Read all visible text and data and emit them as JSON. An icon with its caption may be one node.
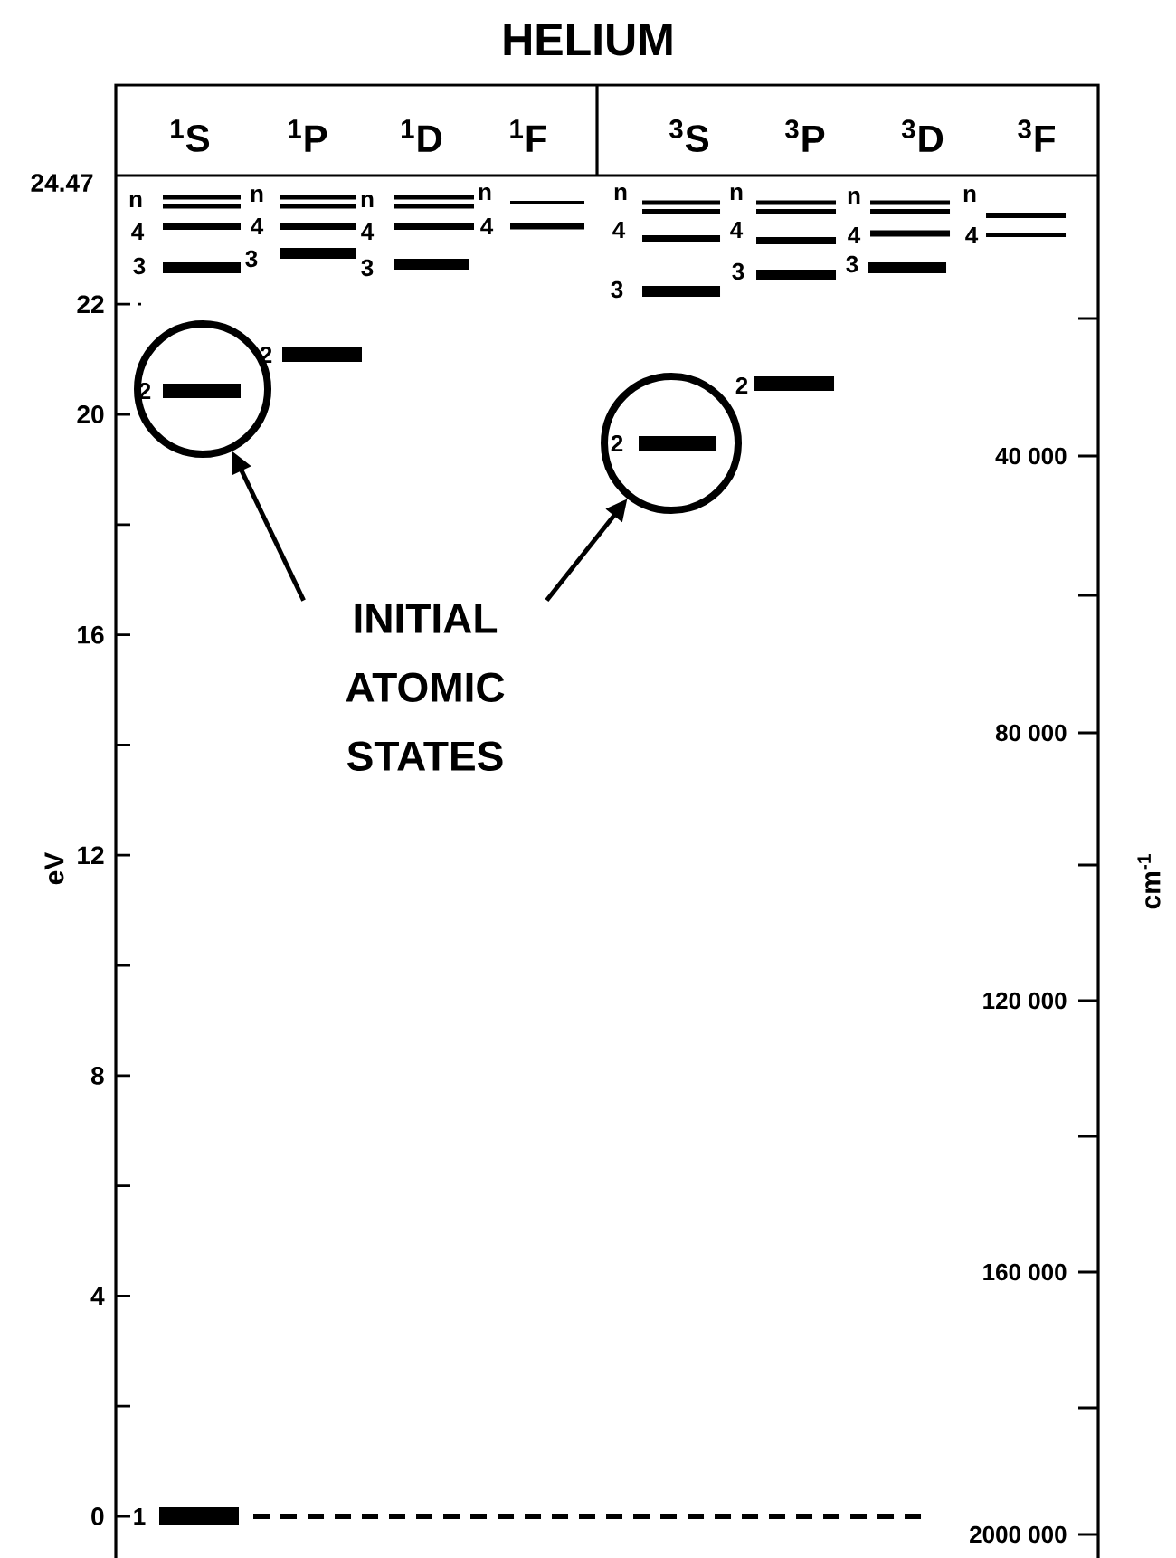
{
  "diagram": {
    "title": "HELIUM",
    "nodes": [
      {
        "text": [],
        "shape": "circle"
      },
      {
        "text": [],
        "shape": "circle"
      },
      {
        "text": [
          "INITIAL ATOMIC STATES"
        ]
      }
    ],
    "edges": [
      {
        "from": 2,
        "to": 0,
        "arrow": "to"
      },
      {
        "from": 2,
        "to": 1,
        "arrow": "to"
      }
    ],
    "labels": [
      "$^{1}$S",
      "$^{1}$P",
      "$^{1}$D",
      "$^{1}$F",
      "$^{3}$S",
      "$^{3}$P",
      "$^{3}$D",
      "$^{3}$F",
      "n",
      "4",
      "3",
      "2",
      "1",
      "n",
      "4",
      "3",
      "2",
      "n",
      "4",
      "3",
      "n",
      "4",
      "n",
      "4",
      "3",
      "2",
      "n",
      "4",
      "3",
      "2",
      "n",
      "4",
      "3",
      "n",
      "4",
      "24.47",
      "22",
      "20",
      "16",
      "12",
      "8",
      "4",
      "0",
      "eV",
      "40 000",
      "80 000",
      "120 000",
      "160 000",
      "2000 000",
      "cm$^{-1}$"
    ]
  }
}
